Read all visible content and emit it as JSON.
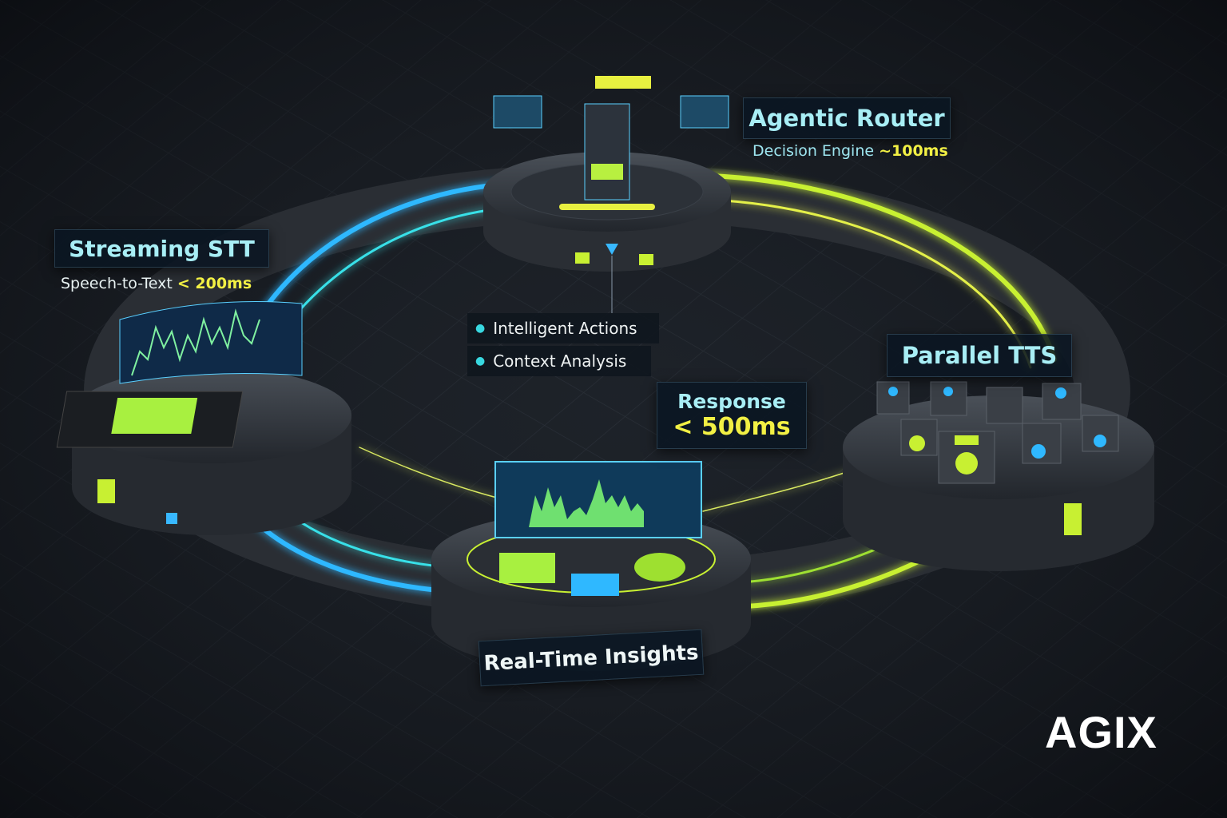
{
  "router": {
    "title": "Agentic Router",
    "subtitle": "Decision Engine",
    "latency": "~100ms"
  },
  "stt": {
    "title": "Streaming STT",
    "subtitle": "Speech-to-Text",
    "latency": "< 200ms"
  },
  "actions": {
    "items": [
      "Intelligent Actions",
      "Context Analysis"
    ]
  },
  "response": {
    "label": "Response",
    "latency": "< 500ms"
  },
  "tts": {
    "title": "Parallel TTS"
  },
  "insights": {
    "title": "Real-Time Insights"
  },
  "brand": {
    "logo": "AGIX"
  },
  "colors": {
    "background": "#15191f",
    "blue_flow": "#2fb8ff",
    "lime_flow": "#c8f032",
    "label_text": "#a8eef5",
    "latency_text": "#f2f044"
  }
}
